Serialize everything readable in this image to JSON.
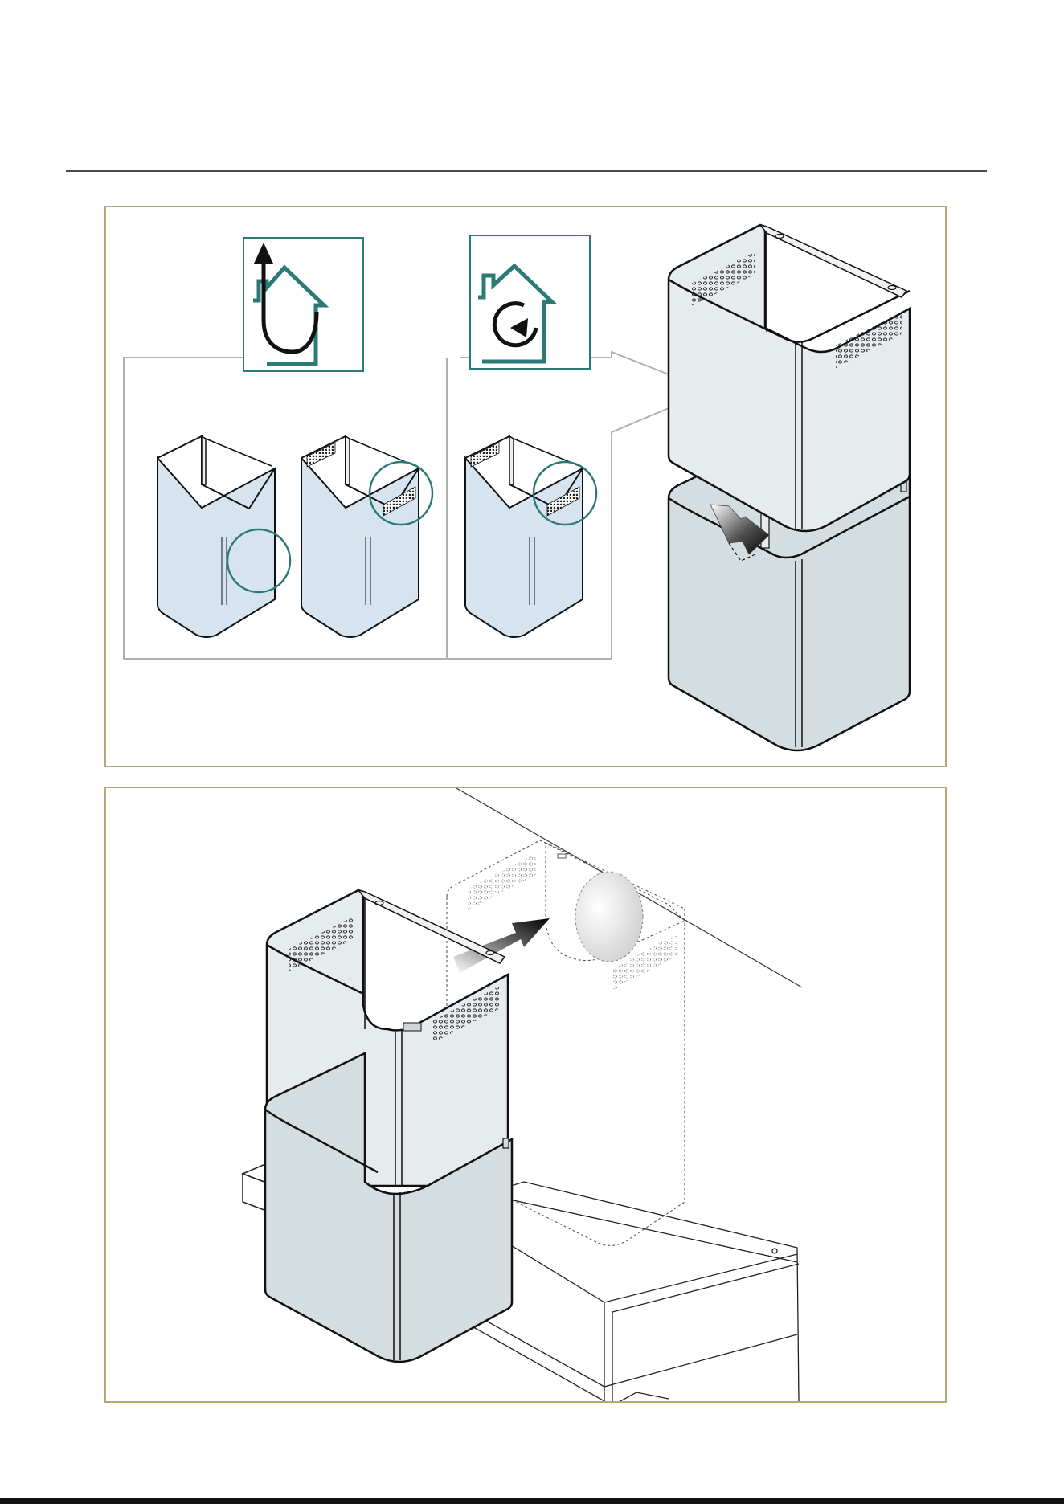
{
  "figure": {
    "panels": [
      {
        "id": "panel-1",
        "icons": [
          "exhaust-air-mode-icon",
          "recirculation-mode-icon"
        ],
        "variants": [
          "chimney-variant-exhaust",
          "chimney-variant-perforated",
          "chimney-variant-recirculation"
        ],
        "part": "telescopic-chimney-upper-and-lower"
      },
      {
        "id": "panel-2",
        "part": "chimney-assembly-on-hood",
        "action": "slide-chimney-onto-bracket"
      }
    ],
    "colors": {
      "frame": "#b6a776",
      "icon_accent": "#2b7a78",
      "chimney_light_blue": "#d5e4ef",
      "chimney_grey": "#d4dde0",
      "chimney_light_grey": "#e6ebed",
      "stroke": "#111111"
    }
  }
}
